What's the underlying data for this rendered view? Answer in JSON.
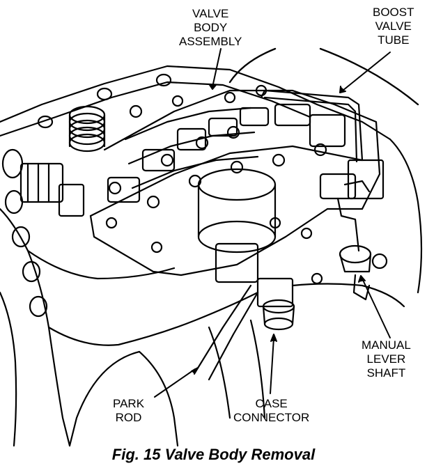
{
  "labels": {
    "valve_body_assembly": [
      "VALVE",
      "BODY",
      "ASSEMBLY"
    ],
    "boost_valve_tube": [
      "BOOST",
      "VALVE",
      "TUBE"
    ],
    "manual_lever_shaft": [
      "MANUAL",
      "LEVER",
      "SHAFT"
    ],
    "park_rod": [
      "PARK",
      "ROD"
    ],
    "case_connector": [
      "CASE",
      "CONNECTOR"
    ]
  },
  "caption": "Fig. 15 Valve Body Removal"
}
